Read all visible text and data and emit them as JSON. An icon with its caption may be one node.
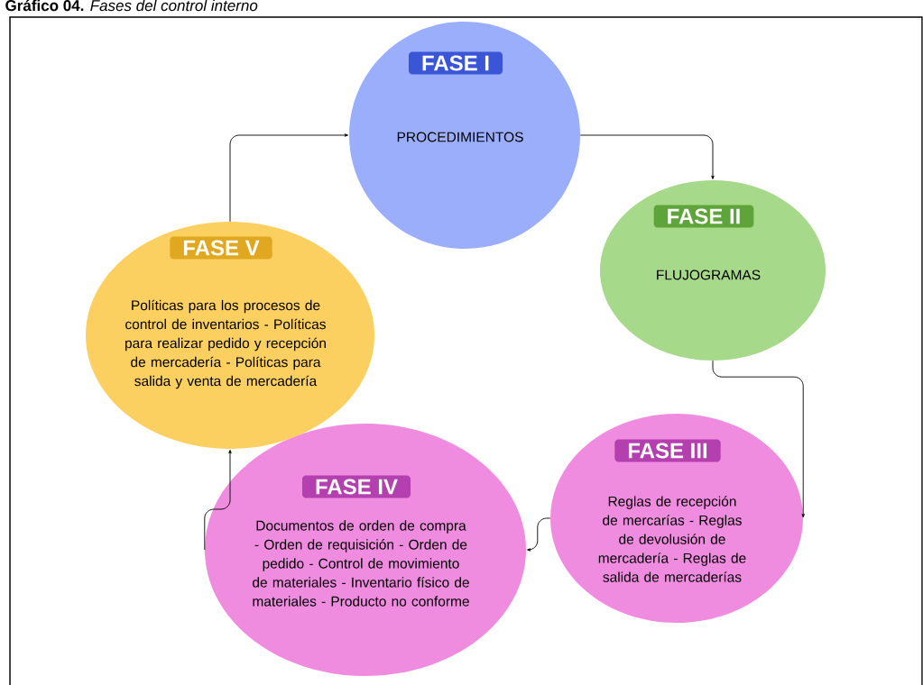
{
  "diagram": {
    "title": "**Gráfico 04.** *Fases del control interno*",
    "nodes": [
      {
        "text": [
          "FASE I",
          "PROCEDIMIENTOS"
        ]
      },
      {
        "text": [
          "FASE II",
          "FLUJOGRAMAS"
        ]
      },
      {
        "text": [
          "FASE III",
          "Reglas de recepción de mercarías - Reglas de devolusión de mercadería - Reglas de salida de mercaderías"
        ]
      },
      {
        "text": [
          "FASE IV",
          "Documentos de orden de compra - Orden de requisición - Orden de pedido - Control de movimiento de materiales - Inventario físico de materiales - Producto no conforme"
        ]
      },
      {
        "text": [
          "FASE V",
          "Políticas para los procesos de control de inventarios - Políticas para realizar pedido y recepción de mercadería - Políticas para salida y venta de mercadería"
        ]
      }
    ],
    "edges": [
      {
        "from": 0,
        "to": 1,
        "arrow": "to"
      },
      {
        "from": 1,
        "to": 2,
        "arrow": "to"
      },
      {
        "from": 2,
        "to": 3,
        "arrow": "to"
      },
      {
        "from": 3,
        "to": 4,
        "arrow": "to"
      },
      {
        "from": 4,
        "to": 0,
        "arrow": "to"
      }
    ]
  }
}
